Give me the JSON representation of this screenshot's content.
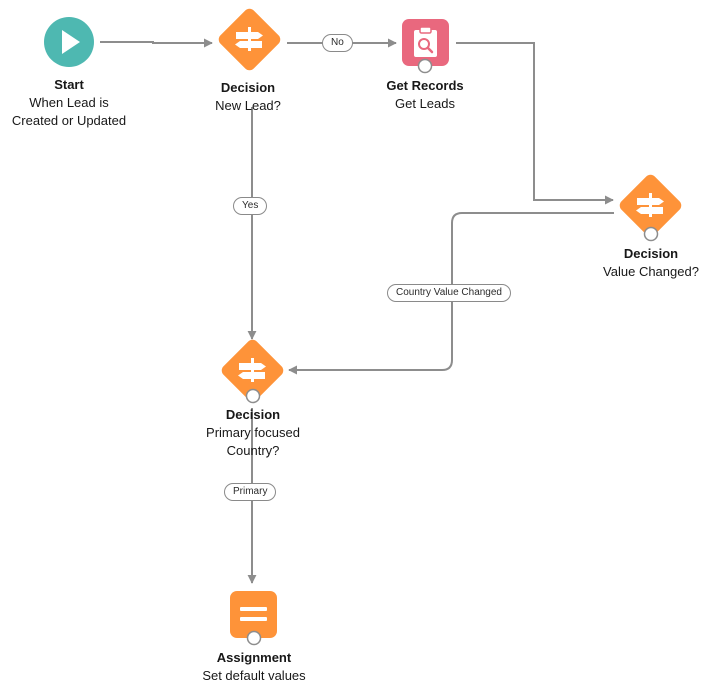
{
  "colors": {
    "start": "#4eb8b1",
    "decision": "#fe9339",
    "get_records": "#e9687e",
    "assignment": "#fe9339",
    "connector": "#8d8d8d"
  },
  "nodes": {
    "start": {
      "title": "Start",
      "sub": "When Lead is",
      "sub2": "Created or Updated",
      "icon": "play-icon"
    },
    "decision_new_lead": {
      "title": "Decision",
      "sub": "New Lead?",
      "icon": "signpost-icon"
    },
    "get_records": {
      "title": "Get Records",
      "sub": "Get Leads",
      "icon": "clipboard-search-icon"
    },
    "decision_value_changed": {
      "title": "Decision",
      "sub": "Value Changed?",
      "icon": "signpost-icon"
    },
    "decision_primary": {
      "title": "Decision",
      "sub": "Primary focused",
      "sub2": "Country?",
      "icon": "signpost-icon"
    },
    "assignment": {
      "title": "Assignment",
      "sub": "Set default values",
      "icon": "equals-icon"
    }
  },
  "edges": {
    "no": "No",
    "yes": "Yes",
    "country_value_changed": "Country Value Changed",
    "primary": "Primary"
  }
}
